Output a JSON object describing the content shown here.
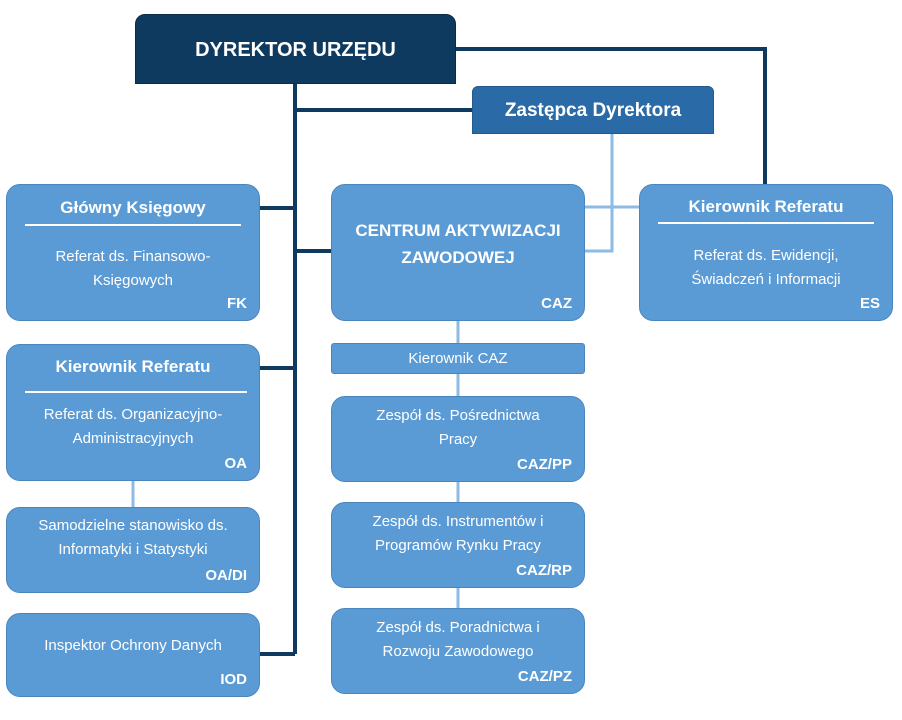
{
  "director": {
    "label": "DYREKTOR URZĘDU"
  },
  "deputy": {
    "label": "Zastępca Dyrektora"
  },
  "chief_accountant": {
    "heading": "Główny Księgowy",
    "unit": "Referat ds. Finansowo-Księgowych",
    "code": "FK"
  },
  "org_admin": {
    "heading": "Kierownik Referatu",
    "unit": "Referat ds. Organizacyjno-Administracyjnych",
    "code": "OA"
  },
  "it_stats": {
    "unit": "Samodzielne stanowisko ds. Informatyki i Statystyki",
    "code": "OA/DI"
  },
  "data_protection": {
    "unit": "Inspektor Ochrony Danych",
    "code": "IOD"
  },
  "caz": {
    "heading": "CENTRUM AKTYWIZACJI ZAWODOWEJ",
    "code": "CAZ",
    "manager": "Kierownik CAZ",
    "teams": [
      {
        "unit": "Zespół ds. Pośrednictwa Pracy",
        "code": "CAZ/PP"
      },
      {
        "unit": "Zespół ds. Instrumentów i Programów Rynku Pracy",
        "code": "CAZ/RP"
      },
      {
        "unit": "Zespół ds. Poradnictwa i Rozwoju Zawodowego",
        "code": "CAZ/PZ"
      }
    ]
  },
  "records": {
    "heading": "Kierownik Referatu",
    "unit": "Referat ds. Ewidencji, Świadczeń i Informacji",
    "code": "ES"
  },
  "colors": {
    "director_fill": "#0f3a5f",
    "deputy_fill": "#2a6aa6",
    "box_fill": "#5b9bd5",
    "main_line": "#0f3a5f",
    "deputy_line": "#7fb0dd"
  }
}
